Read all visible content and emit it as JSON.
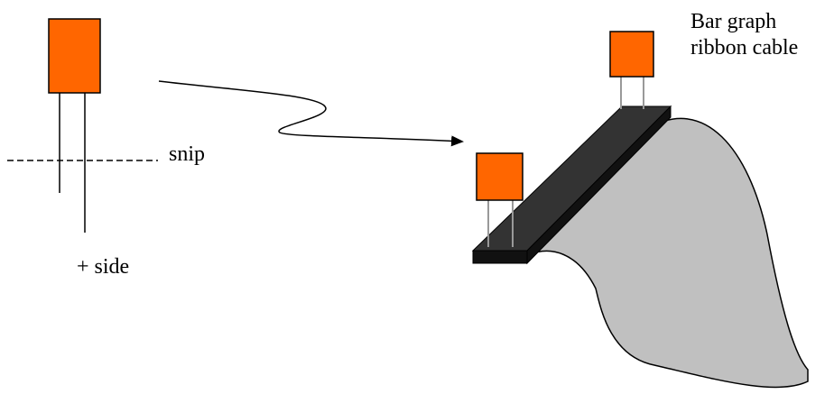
{
  "labels": {
    "snip": "snip",
    "plus_side": "+ side",
    "bar_graph_line1": "Bar graph",
    "bar_graph_line2": "ribbon cable"
  },
  "colors": {
    "led_body": "#ff6600",
    "cable_connector": "#333333",
    "cable_ribbon": "#c0c0c0",
    "outline": "#000000",
    "leads_on_cable": "#999999"
  },
  "icons": [
    "led-component",
    "curved-arrow",
    "ribbon-cable",
    "cut-line"
  ]
}
